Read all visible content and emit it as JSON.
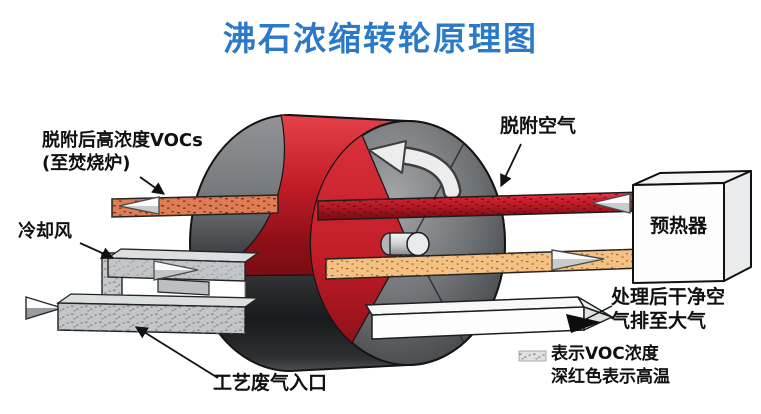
{
  "title": "沸石浓缩转轮原理图",
  "labels": {
    "desorbed_voc_line1": "脱附后高浓度VOCs",
    "desorbed_voc_line2": "(至焚烧炉)",
    "cooling_air": "冷却风",
    "desorption_air": "脱附空气",
    "preheater": "预热器",
    "clean_air_line1": "处理后干净空",
    "clean_air_line2": "气排至大气",
    "process_gas_inlet": "工艺废气入口"
  },
  "legend": {
    "line1": "表示VOC浓度",
    "line2": "深红色表示高温"
  },
  "colors": {
    "title_blue": "#2b7ac9",
    "high_temp_red": "#c01c27",
    "voc_speckle_orange": "#dd7d55",
    "preheat_air_tan": "#f2c183",
    "drum_dark_gray": "#3c3e40",
    "duct_gray": "#c3c6c8"
  }
}
